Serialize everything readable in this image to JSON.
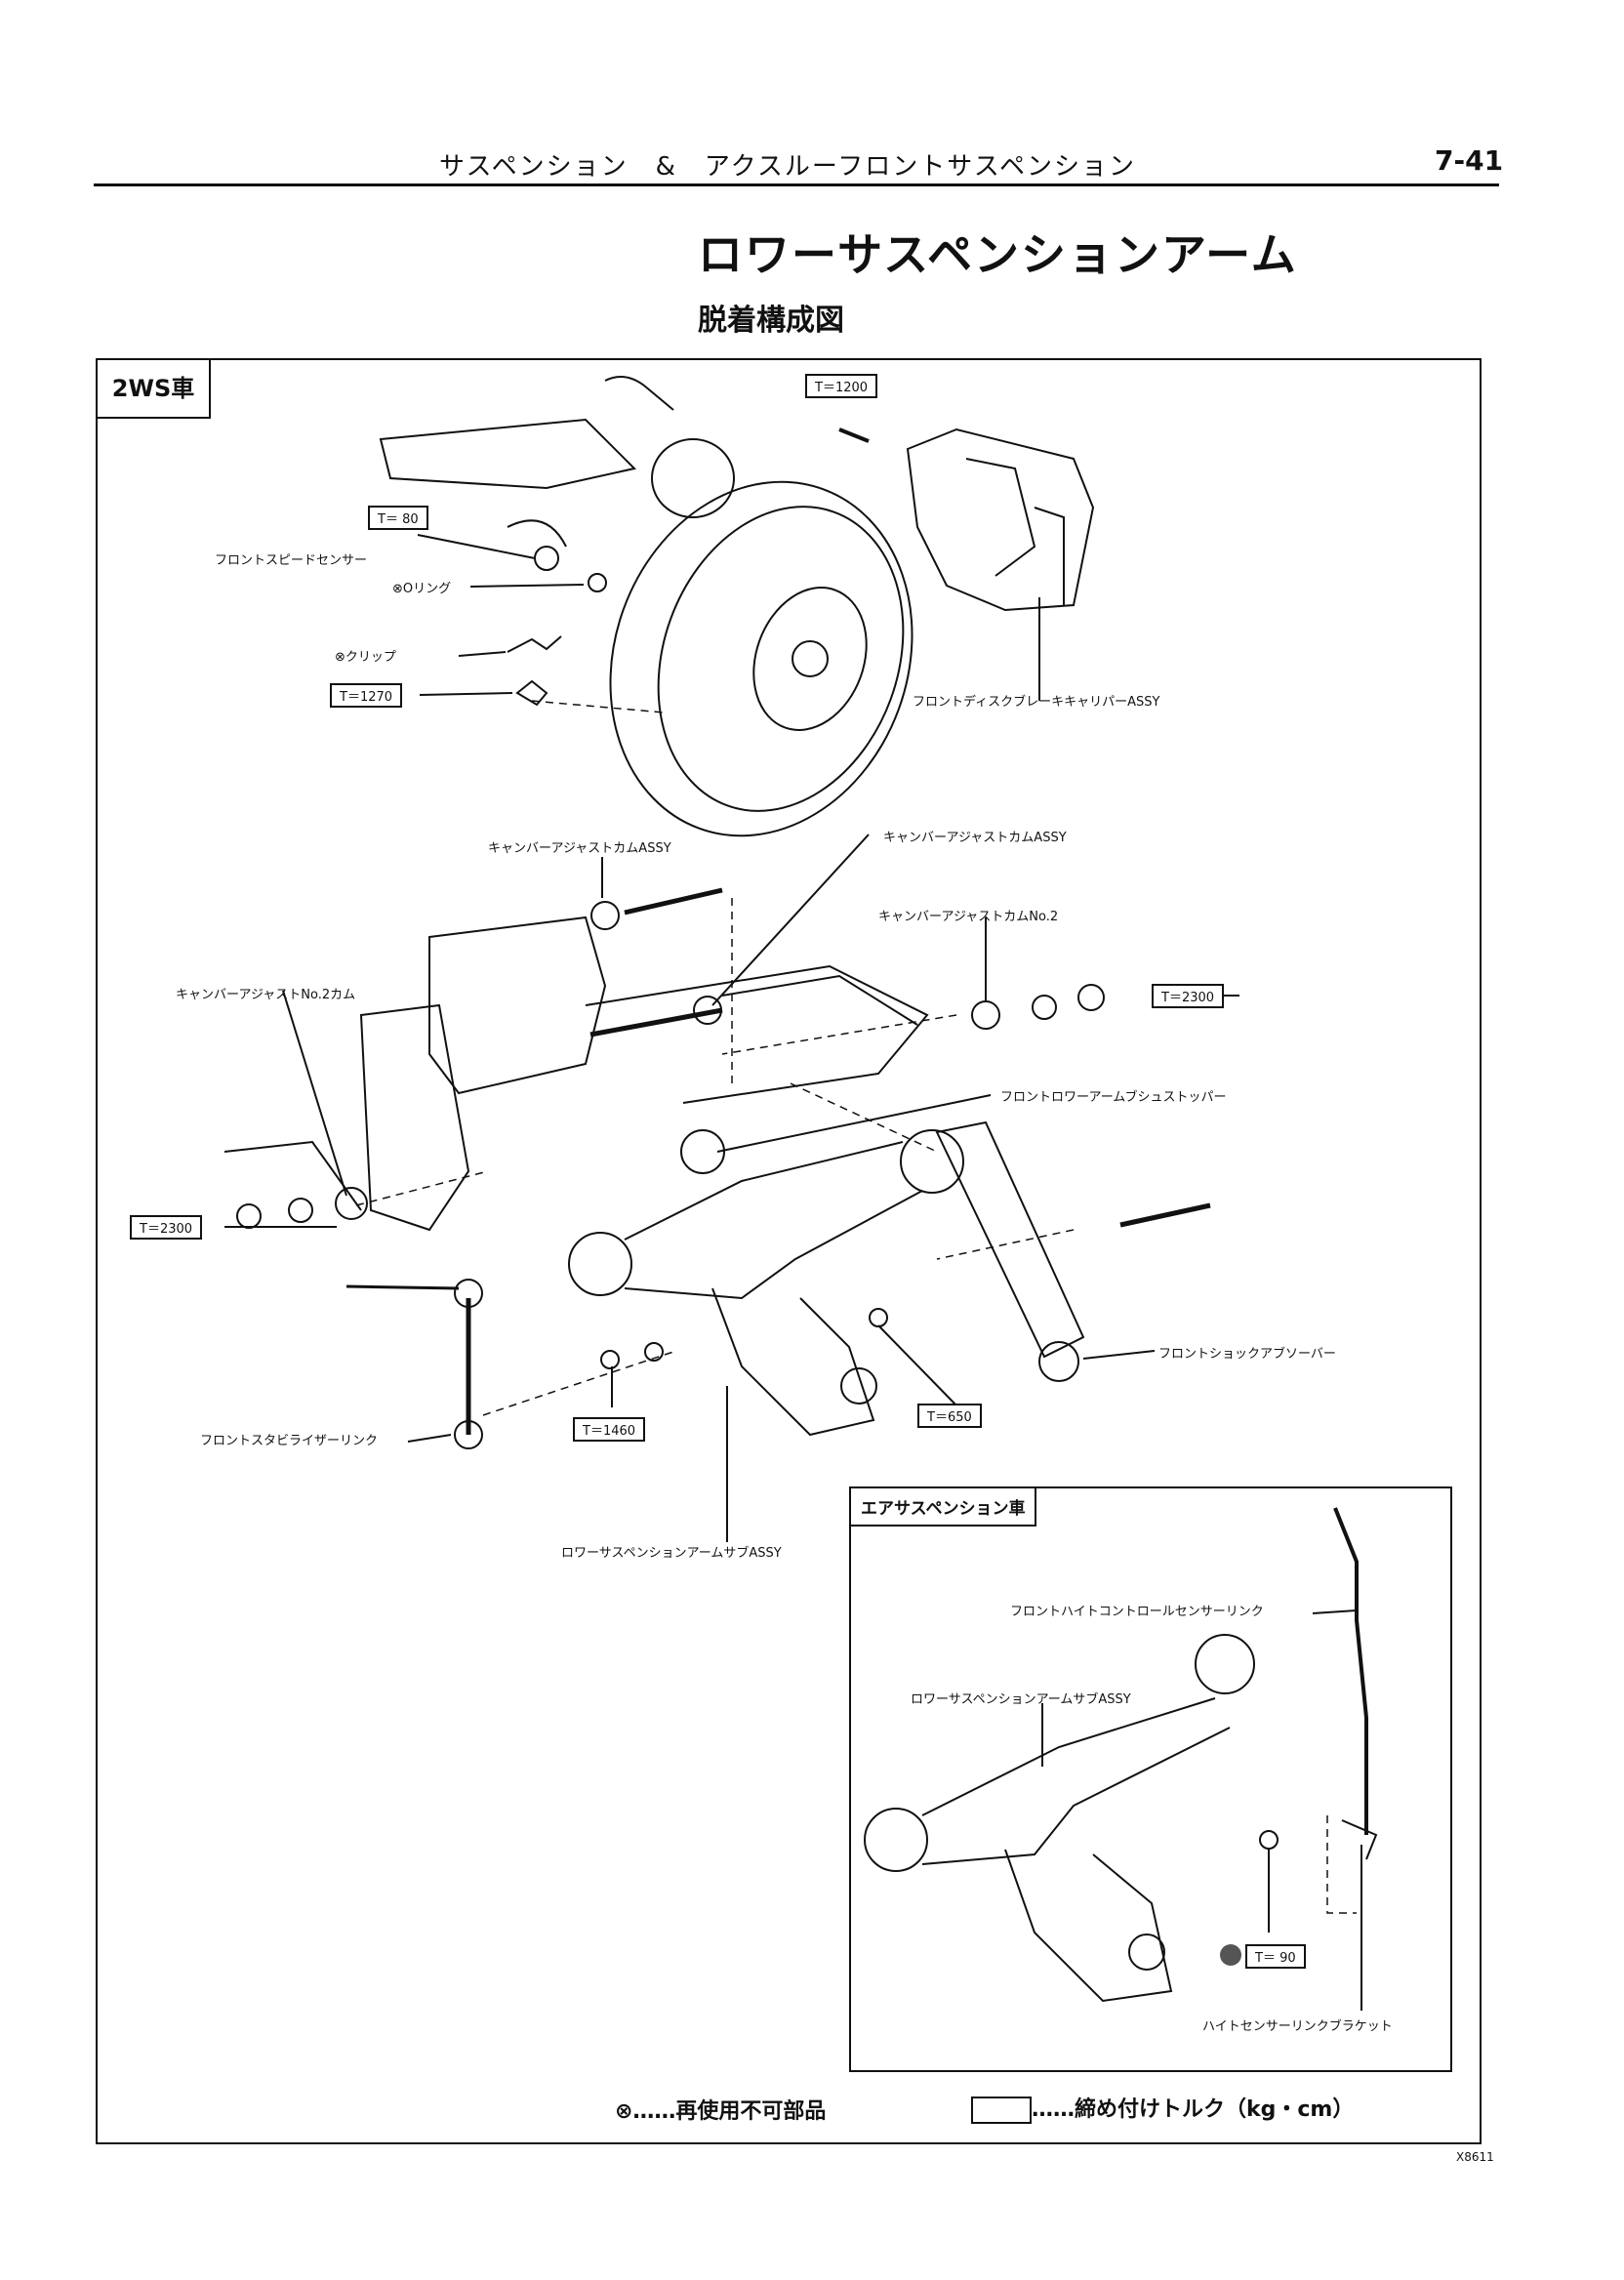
{
  "header": {
    "section_title": "サスペンション　&　アクスルーフロントサスペンション",
    "page_number": "7-41"
  },
  "title": "ロワーサスペンションアーム",
  "subtitle": "脱着構成図",
  "vehicle_tag": "2WS車",
  "torques": {
    "t1200": "T＝1200",
    "t80": "T＝ 80",
    "t1270": "T＝1270",
    "t2300a": "T＝2300",
    "t2300b": "T＝2300",
    "t1460": "T＝1460",
    "t650": "T＝650",
    "t90": "T＝ 90"
  },
  "labels": {
    "speed_sensor": "フロントスピードセンサー",
    "o_ring": "Oリング",
    "clip": "クリップ",
    "caliper": "フロントディスクブレーキキャリパーASSY",
    "camber_cam_left": "キャンバーアジャストカムASSY",
    "camber_cam_right": "キャンバーアジャストカムASSY",
    "camber_cam_no2": "キャンバーアジャストカムNo.2",
    "camber_no2_cam": "キャンバーアジャストNo.2カム",
    "bush_stopper": "フロントロワーアームブシュストッパー",
    "shock_absorber": "フロントショックアブソーバー",
    "stabilizer_link": "フロントスタビライザーリンク",
    "lower_arm_sub": "ロワーサスペンションアームサブASSY"
  },
  "inset": {
    "title": "エアサスペンション車",
    "height_sensor_link": "フロントハイトコントロールセンサーリンク",
    "lower_arm_sub": "ロワーサスペンションアームサブASSY",
    "sensor_bracket": "ハイトセンサーリンクブラケット"
  },
  "legend": {
    "non_reusable": "⊗……再使用不可部品",
    "torque": "……締め付けトルク（kg・cm）"
  },
  "figure_code": "X8611"
}
